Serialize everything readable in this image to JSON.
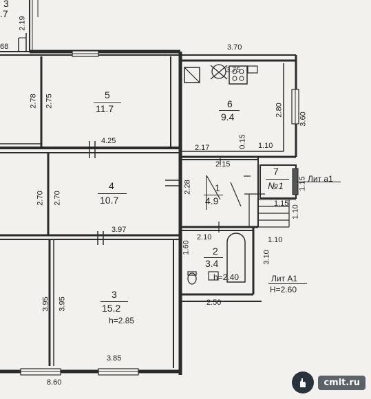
{
  "top_fragment": {
    "room_number": "3",
    "area_partial": ".7",
    "dim_vertical": "2.19",
    "dim_small": "68"
  },
  "rooms": [
    {
      "id": "5",
      "number": "5",
      "area": "11.7"
    },
    {
      "id": "6",
      "number": "6",
      "area": "9.4"
    },
    {
      "id": "4",
      "number": "4",
      "area": "10.7"
    },
    {
      "id": "1",
      "number": "1",
      "area": "4.9"
    },
    {
      "id": "7",
      "number": "7",
      "area": "№1"
    },
    {
      "id": "2",
      "number": "2",
      "area": "3.4"
    },
    {
      "id": "3",
      "number": "3",
      "area": "15.2",
      "height": "h=2.85"
    }
  ],
  "dimensions": {
    "d_3_70": "3.70",
    "d_3_75": "3.75",
    "d_2_78": "2.78",
    "d_2_75": "2.75",
    "d_2_80": "2.80",
    "d_3_60": "3.60",
    "d_4_25": "4.25",
    "d_2_17": "2.17",
    "d_0_15": "0.15",
    "d_1_10_a": "1.10",
    "d_2_15": "2.15",
    "d_2_70_a": "2.70",
    "d_2_70_b": "2.70",
    "d_2_28": "2.28",
    "d_1_15_v": "1.15",
    "d_1_15_h": "1.15",
    "d_1_10_b": "1.10",
    "d_3_97": "3.97",
    "d_2_10": "2.10",
    "d_1_10_c": "1.10",
    "d_1_60": "1.60",
    "d_3_10": "3.10",
    "d_2_40": "2.40",
    "d_2_50": "2.50",
    "d_3_95_a": "3.95",
    "d_3_95_b": "3.95",
    "d_3_85": "3.85",
    "d_8_60": "8.60"
  },
  "annotations": {
    "lit_a1_small": "Лит а1",
    "lit_A1": "Лит А1",
    "lit_A1_height": "H=2.60"
  },
  "watermark": {
    "text": "cmlt.ru",
    "icon": "hand-icon"
  }
}
